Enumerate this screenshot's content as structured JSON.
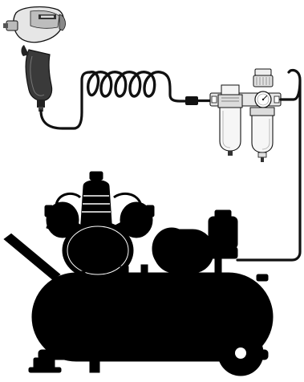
{
  "diagram": {
    "components": [
      {
        "id": "impact-wrench",
        "icon": "impact-wrench-icon"
      },
      {
        "id": "coiled-air-hose",
        "icon": "coil-hose-icon"
      },
      {
        "id": "filter-regulator-lubricator",
        "icon": "frl-unit-icon"
      },
      {
        "id": "air-compressor",
        "icon": "compressor-silhouette-icon"
      },
      {
        "id": "supply-hose",
        "icon": "hose-line-icon"
      }
    ],
    "colors": {
      "silhouette": "#000000",
      "outline": "#1a1a1a",
      "light_fill": "#f2f2f2",
      "mid_fill": "#cfcfcf",
      "background": "#ffffff"
    }
  }
}
